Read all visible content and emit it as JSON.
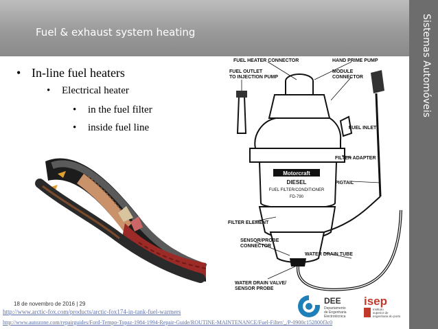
{
  "header": {
    "title": "Fuel & exhaust system heating"
  },
  "sidebar": {
    "vertical_title": "Sistemas Automóveis"
  },
  "bullets": {
    "level1": "In-line fuel heaters",
    "level2": "Electrical heater",
    "level3": [
      "in the fuel filter",
      "inside fuel line"
    ]
  },
  "diagram_labels": {
    "fuel_heater_connector": "FUEL HEATER CONNECTOR",
    "hand_prime_pump": "HAND PRIME PUMP",
    "fuel_outlet_1": "FUEL OUTLET",
    "fuel_outlet_2": "TO INJECTION PUMP",
    "module_connector_1": "MODULE",
    "module_connector_2": "CONNECTOR",
    "fuel_inlet": "FUEL INLET",
    "filter_adapter": "FILTER ADAPTER",
    "pigtail": "PIGTAIL",
    "filter_element": "FILTER ELEMENT",
    "sensor_probe_1": "SENSOR/PROBE",
    "sensor_probe_2": "CONNECTOR",
    "water_drain_tube": "WATER DRAIN TUBE",
    "water_drain_valve_1": "WATER DRAIN VALVE/",
    "water_drain_valve_2": "SENSOR PROBE",
    "filter_brand": "Motorcraft",
    "filter_type_1": "DIESEL",
    "filter_type_2": "FUEL FILTER/CONDITIONER",
    "filter_model": "FD-790"
  },
  "footer": {
    "date": "18 de novembro de 2016",
    "page": "29",
    "link1": "http://www.arctic-fox.com/products/arctic-fox174-in-tank-fuel-warmers",
    "link2": "http://www.autozone.com/repairguides/Ford-Tempo-Topaz-1984-1994-Repair-Guide/ROUTINE-MAINTENANCE/Fuel-Filter/_/P-0900c152800f3c0"
  },
  "logos": {
    "dee_text": "DEE",
    "dee_sub_1": "Departamento",
    "dee_sub_2": "de Engenharia",
    "dee_sub_3": "Electrotécnica",
    "isep_text": "isep",
    "isep_sub_1": "Instituto",
    "isep_sub_2": "superior de",
    "isep_sub_3": "engenharia do porto"
  },
  "colors": {
    "header_band": "#9a9a9a",
    "side_band": "#6d6d6d",
    "link": "#5b6fa8",
    "dee_accent": "#1f7fb8",
    "isep_accent": "#c0392b",
    "heater_red": "#9c2a26"
  }
}
